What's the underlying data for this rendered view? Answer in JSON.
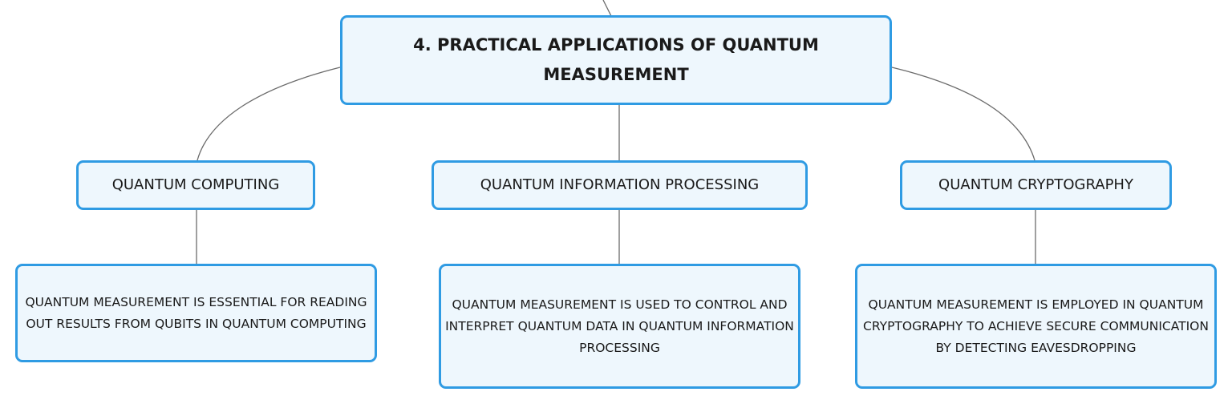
{
  "colors": {
    "node_border": "#2f9be3",
    "node_fill": "#eef7fd",
    "connector": "#6b6b6b",
    "text": "#1a1a1a"
  },
  "root": {
    "title": "4. PRACTICAL APPLICATIONS OF QUANTUM MEASUREMENT"
  },
  "branches": [
    {
      "label": "QUANTUM COMPUTING",
      "detail": "QUANTUM MEASUREMENT IS ESSENTIAL FOR READING OUT RESULTS FROM QUBITS IN QUANTUM COMPUTING"
    },
    {
      "label": "QUANTUM INFORMATION PROCESSING",
      "detail": "QUANTUM MEASUREMENT IS USED TO CONTROL AND INTERPRET QUANTUM DATA IN QUANTUM INFORMATION PROCESSING"
    },
    {
      "label": "QUANTUM CRYPTOGRAPHY",
      "detail": "QUANTUM MEASUREMENT IS EMPLOYED IN QUANTUM CRYPTOGRAPHY TO ACHIEVE SECURE COMMUNICATION BY DETECTING EAVESDROPPING"
    }
  ]
}
